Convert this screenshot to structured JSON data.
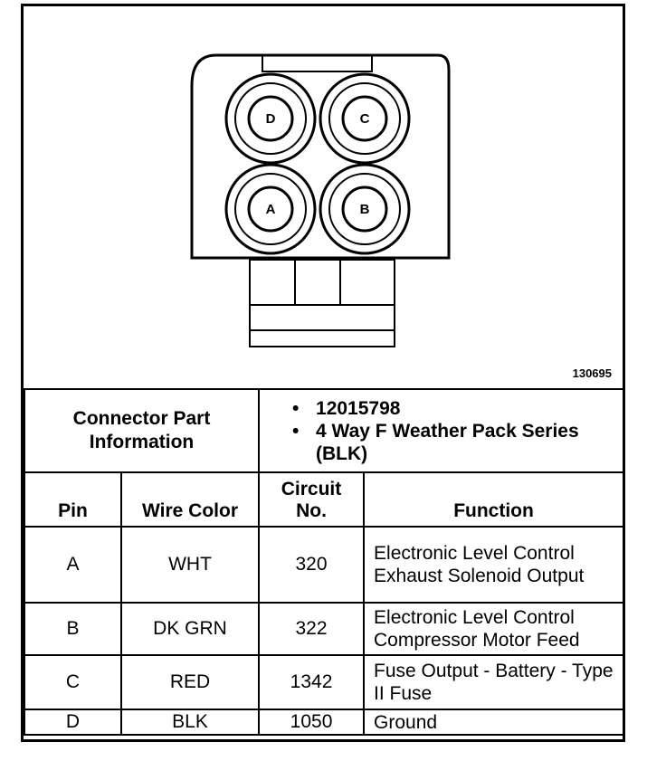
{
  "figure_id": "130695",
  "connector": {
    "pin_labels": [
      "D",
      "C",
      "A",
      "B"
    ],
    "info_label": "Connector Part Information",
    "part_number": "12015798",
    "description": "4 Way F Weather Pack Series (BLK)"
  },
  "table": {
    "headers": [
      "Pin",
      "Wire Color",
      "Circuit No.",
      "Function"
    ],
    "rows": [
      {
        "pin": "A",
        "color": "WHT",
        "circuit": "320",
        "function": "Electronic Level Control Exhaust Solenoid Output"
      },
      {
        "pin": "B",
        "color": "DK GRN",
        "circuit": "322",
        "function": "Electronic Level Control Compressor Motor Feed"
      },
      {
        "pin": "C",
        "color": "RED",
        "circuit": "1342",
        "function": "Fuse Output - Battery - Type II Fuse"
      },
      {
        "pin": "D",
        "color": "BLK",
        "circuit": "1050",
        "function": "Ground"
      }
    ]
  }
}
